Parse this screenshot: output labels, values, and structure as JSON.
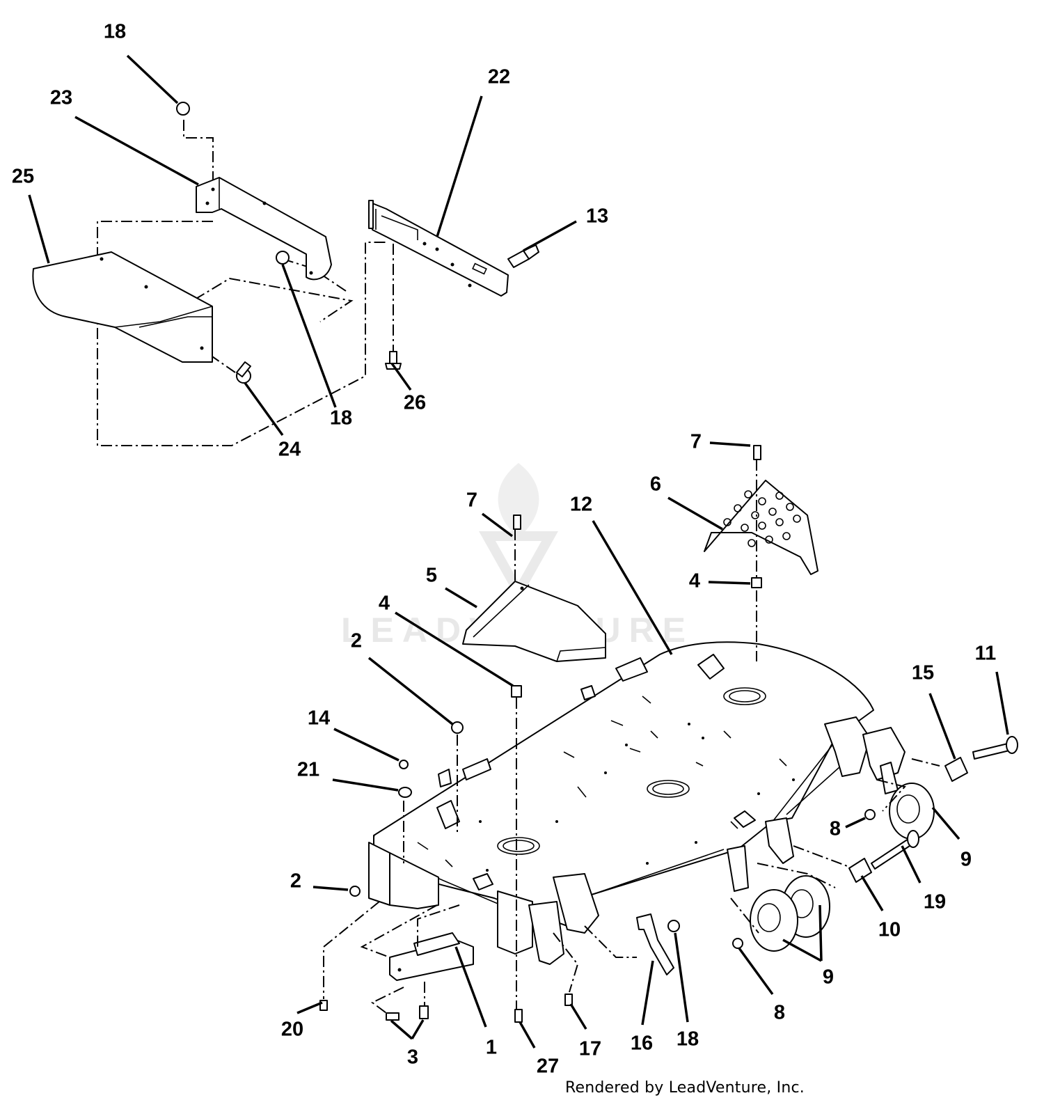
{
  "credit_text": "Rendered by LeadVenture, Inc.",
  "watermark_text": "LEADVENTURE",
  "callouts": [
    "1",
    "2",
    "3",
    "4",
    "5",
    "6",
    "7",
    "8",
    "9",
    "10",
    "11",
    "12",
    "13",
    "14",
    "15",
    "16",
    "17",
    "18",
    "19",
    "20",
    "21",
    "22",
    "23",
    "24",
    "25",
    "26",
    "27"
  ]
}
